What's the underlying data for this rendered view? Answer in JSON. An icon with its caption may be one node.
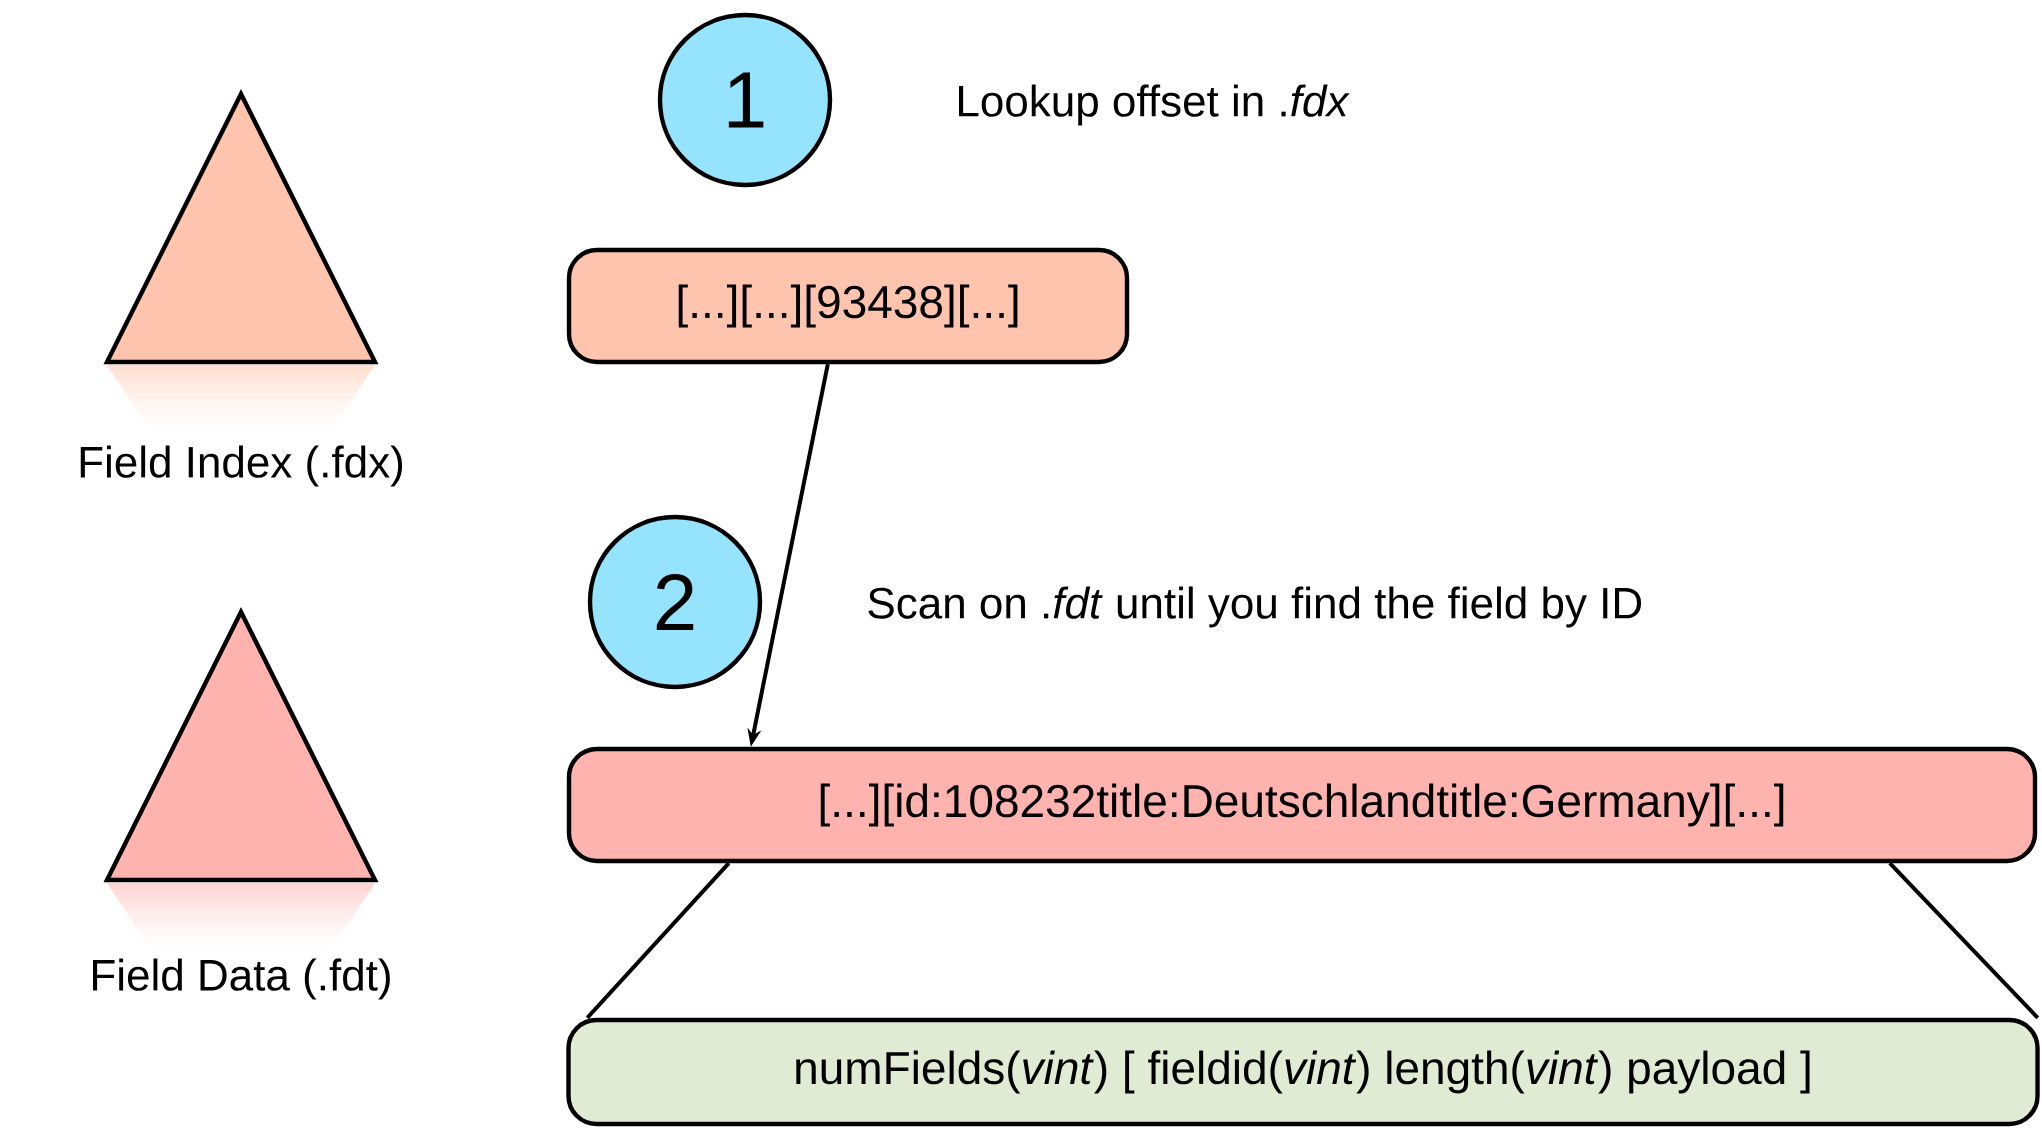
{
  "diagram": {
    "nodes": [
      {
        "text": [
          "Field Index (.fdx)"
        ]
      },
      {
        "text": [
          "1"
        ],
        "beside": [
          "Lookup offset in .*fdx*"
        ]
      },
      {
        "text": [
          "[...][...][93438][...]"
        ]
      },
      {
        "text": [
          "Field Data (.fdt)"
        ]
      },
      {
        "text": [
          "2"
        ],
        "beside": [
          "Scan on .*fdt* until you find the field by ID"
        ]
      },
      {
        "text": [
          "[...][id:108232title:Deutschlandtitle:Germany][...]"
        ]
      },
      {
        "text": [
          "numFields(*vint*) [ fieldid(*vint*) length(*vint*) payload ]"
        ]
      }
    ],
    "edges": [
      {
        "from": 2,
        "to": 5,
        "arrow": "to"
      },
      {
        "from": 5,
        "to": 6,
        "arrow": "none"
      },
      {
        "from": 5,
        "to": 6,
        "arrow": "none"
      }
    ]
  }
}
